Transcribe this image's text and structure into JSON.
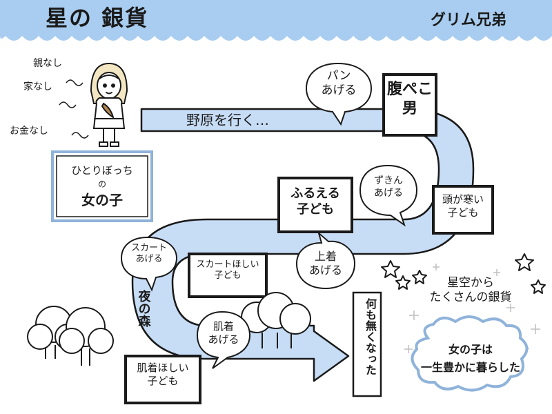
{
  "header": {
    "title": "星の 銀貨",
    "author": "グリム兄弟"
  },
  "girl": {
    "notes": [
      "親なし",
      "家なし",
      "お金なし"
    ],
    "card_line1": "ひとりぼっち",
    "card_line2": "の",
    "card_line3": "女の子"
  },
  "path": {
    "travel_label": "野原を行く…",
    "forest_label": "夜の森"
  },
  "encounters": [
    {
      "person": "腹ぺこ\n男",
      "gift": "パン\nあげる"
    },
    {
      "person": "頭が寒い\n子ども",
      "gift": "ずきん\nあげる"
    },
    {
      "person": "ふるえる\n子ども",
      "gift": "上着\nあげる"
    },
    {
      "person": "スカートほしい\n子ども",
      "gift": "スカート\nあげる"
    },
    {
      "person": "肌着ほしい\n子ども",
      "gift": "肌着\nあげる"
    }
  ],
  "ending": {
    "nothing_left": "何も無くなった",
    "stars_text": "星空から\nたくさんの銀貨",
    "cloud_text": "女の子は\n一生豊かに暮らした"
  },
  "colors": {
    "sky": "#a8cdf0",
    "path": "#c7dcf5",
    "ink": "#1a1a1a",
    "card_border": "#8fb3da"
  }
}
